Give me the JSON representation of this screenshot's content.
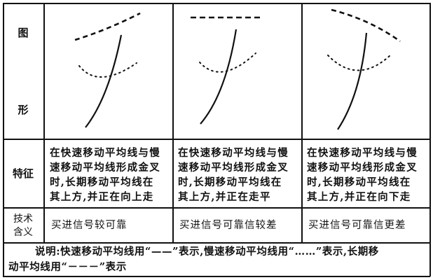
{
  "table": {
    "row_labels": {
      "figure_top": "图",
      "figure_bottom": "形",
      "features": "特征",
      "tech_meaning_line1": "技术",
      "tech_meaning_line2": "含义"
    },
    "columns": [
      {
        "feature_lines": [
          "在快速移动平均线与慢",
          "速移动平均线形成金叉",
          "时,长期移动平均线在",
          "其上方,并正在向上走"
        ],
        "meaning": "买进信号较可靠",
        "long_ma_trend": "up"
      },
      {
        "feature_lines": [
          "在快速移动平均线与慢",
          "速移动平均线形成金叉",
          "时,长期移动平均线在",
          "其上方,并正在走平"
        ],
        "meaning": "买进信号可靠信较差",
        "long_ma_trend": "flat"
      },
      {
        "feature_lines": [
          "在快速移动平均线与慢",
          "速移动平均线形成金叉",
          "时,长期移动平均线在",
          "其上方,并正在向下走"
        ],
        "meaning": "买进信号可靠信更差",
        "long_ma_trend": "down"
      }
    ],
    "note_line1": "说明:快速移动平均线用“——”表示,慢速移动平均线用“……”表示,长期移",
    "note_line2": "动平均线用“－－－”表示"
  },
  "legend": {
    "fast_ma": "solid line",
    "slow_ma": "dotted line",
    "long_ma": "dashed line"
  },
  "colors": {
    "ink": "#111111",
    "background": "#ffffff"
  }
}
